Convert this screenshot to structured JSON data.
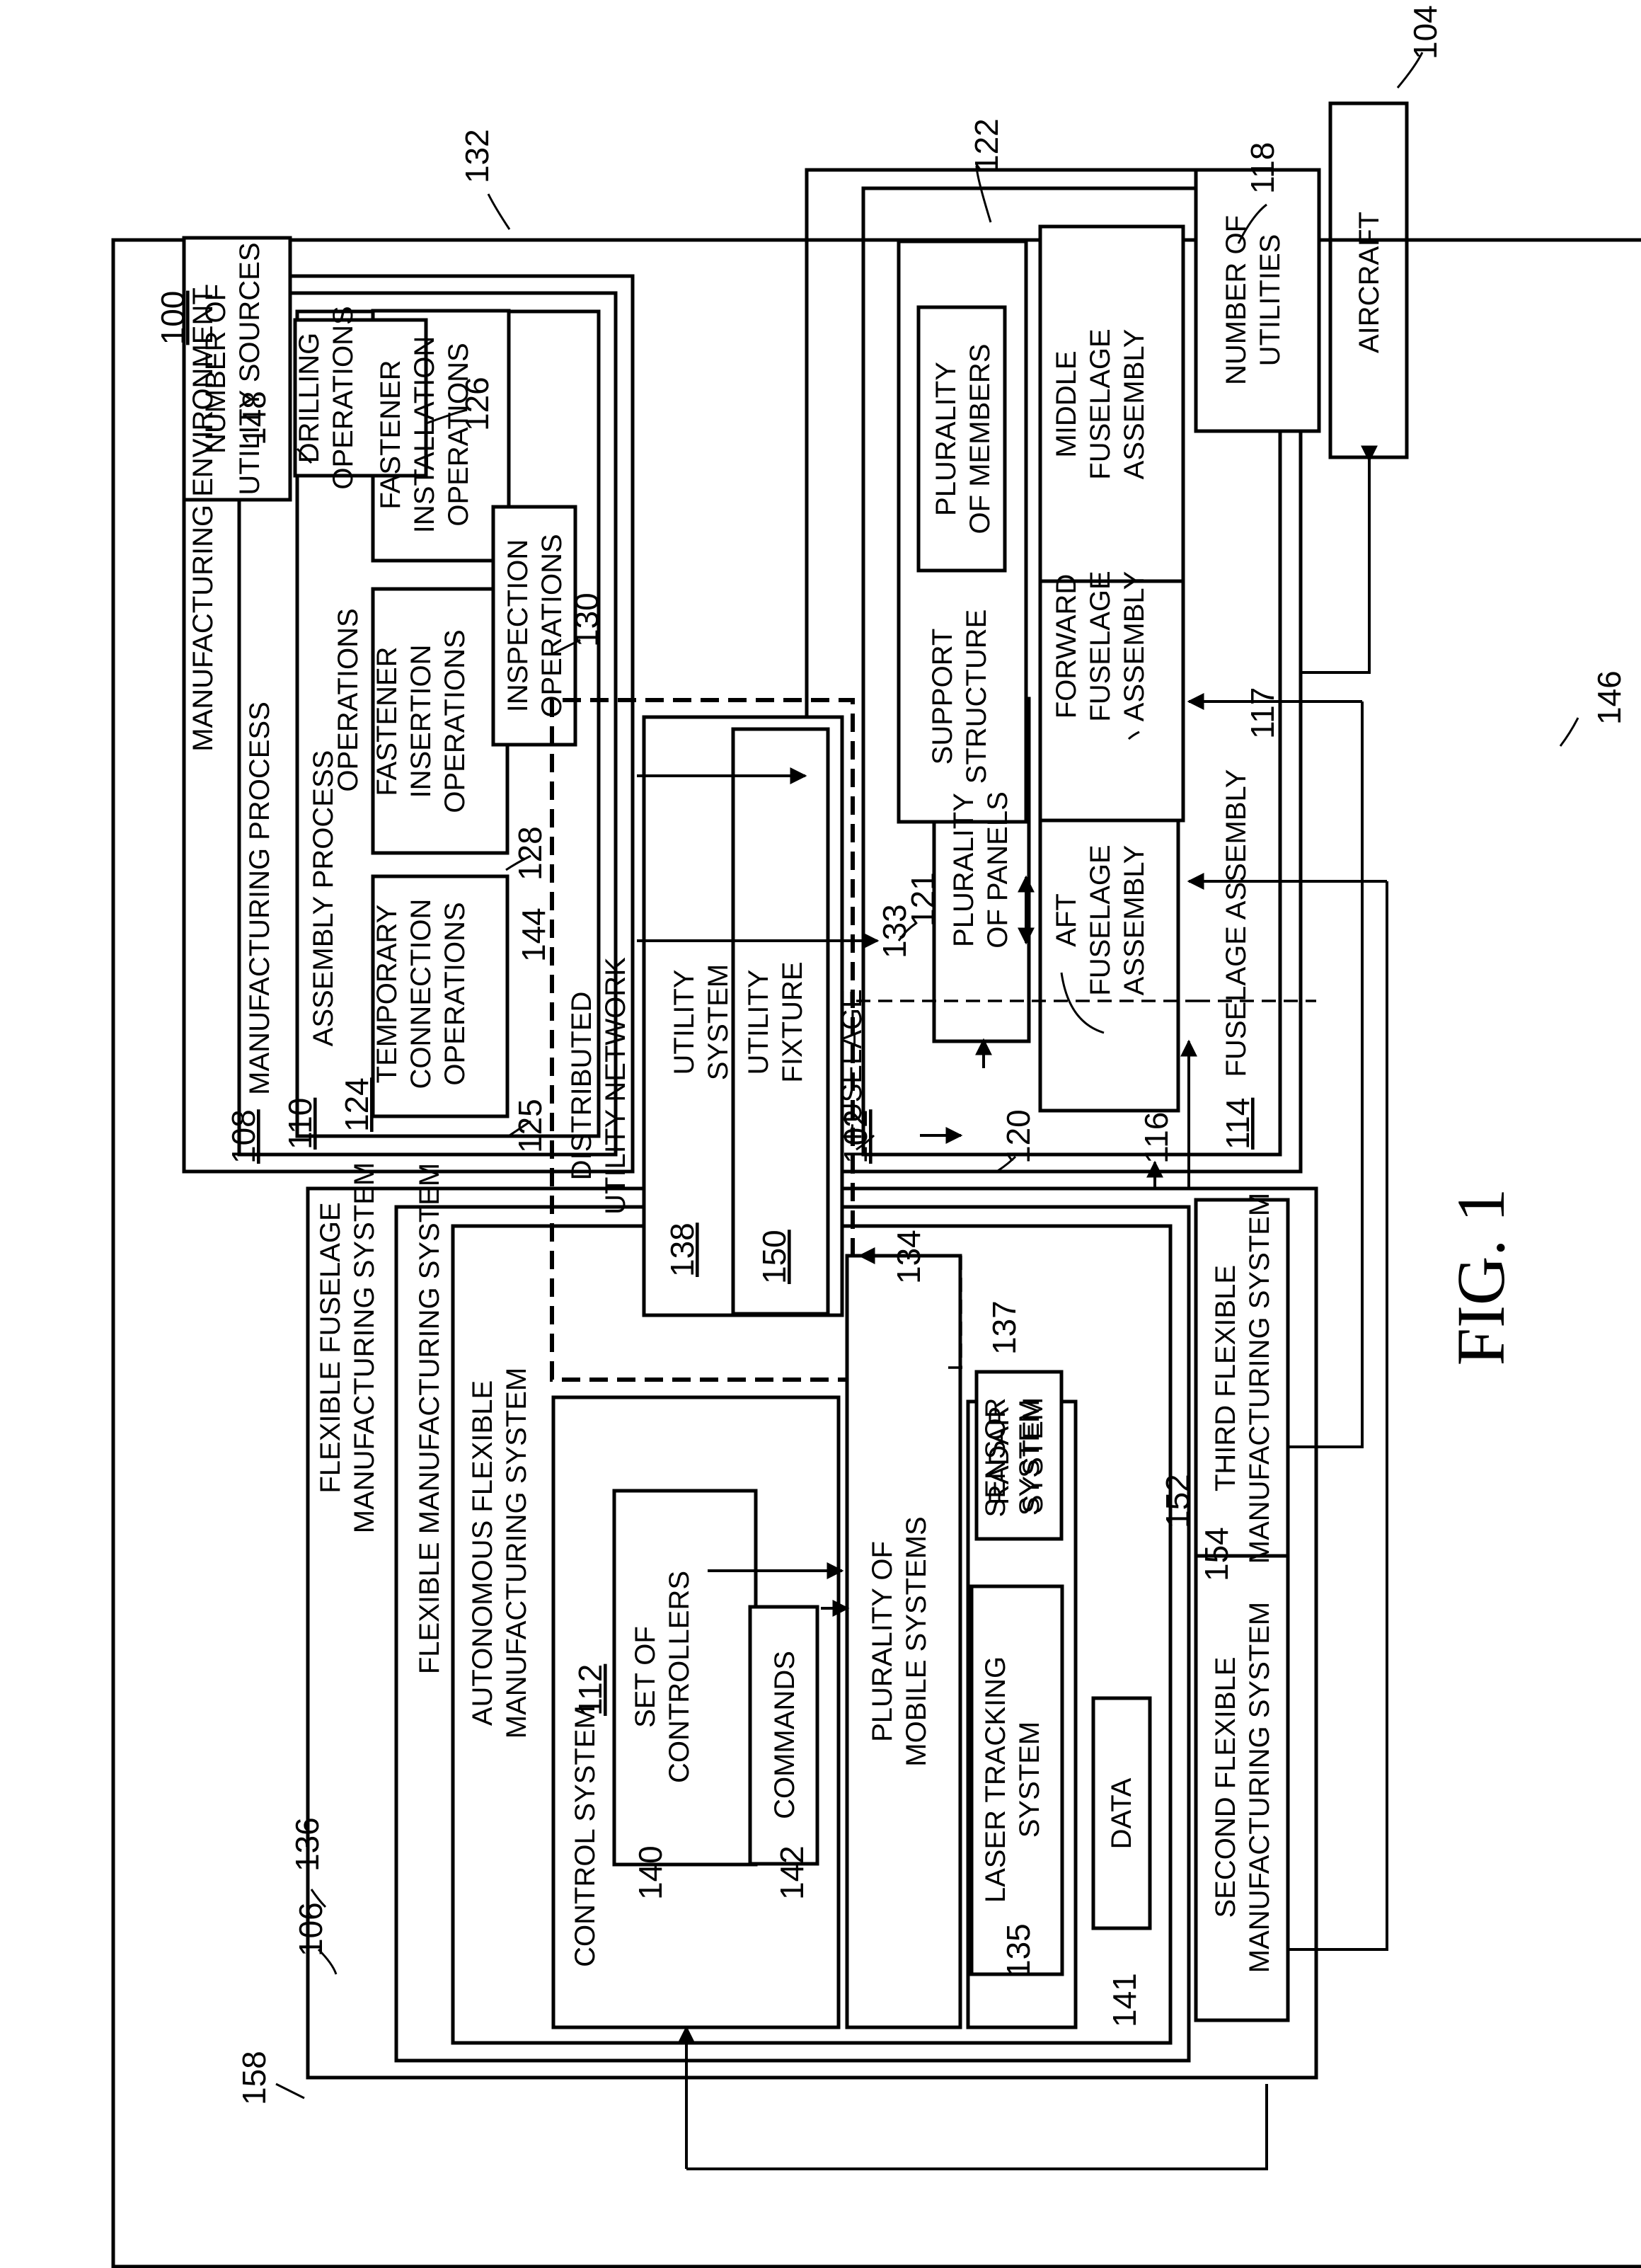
{
  "figure_label": "FIG. 1",
  "manufacturing_environment": {
    "num": "100",
    "label": "MANUFACTURING ENVIRONMENT"
  },
  "aircraft": {
    "num": "104",
    "label": "AIRCRAFT"
  },
  "manufacturing_process": {
    "num": "108",
    "label": "MANUFACTURING PROCESS"
  },
  "assembly_process": {
    "num": "110",
    "label": "ASSEMBLY PROCESS"
  },
  "operations": {
    "num": "124",
    "label": "OPERATIONS",
    "temporary": {
      "num": "125",
      "lines": [
        "TEMPORARY",
        "CONNECTION",
        "OPERATIONS"
      ]
    },
    "fastener_insertion": {
      "num": "128",
      "lines": [
        "FASTENER",
        "INSERTION",
        "OPERATIONS"
      ]
    },
    "fastener_installation": {
      "num": "130",
      "lines": [
        "FASTENER",
        "INSTALLATION",
        "OPERATIONS"
      ]
    },
    "drilling": {
      "num": "126",
      "lines": [
        "DRILLING",
        "OPERATIONS"
      ]
    },
    "inspection": {
      "num": "132",
      "lines": [
        "INSPECTION",
        "OPERATIONS"
      ]
    }
  },
  "fuselage": {
    "num": "102",
    "label": "FUSELAGE"
  },
  "fuselage_assembly": {
    "num": "114",
    "label": "FUSELAGE ASSEMBLY",
    "panels": {
      "num": "120",
      "lines": [
        "PLURALITY",
        "OF PANELS"
      ]
    },
    "support_structure": {
      "num": "121",
      "lines": [
        "SUPPORT",
        "STRUCTURE"
      ]
    },
    "members": {
      "num": "122",
      "lines": [
        "PLURALITY",
        "OF MEMBERS"
      ]
    },
    "aft": {
      "num": "116",
      "lines": [
        "AFT",
        "FUSELAGE",
        "ASSEMBLY"
      ]
    },
    "forward": {
      "num": "117",
      "lines": [
        "FORWARD",
        "FUSELAGE",
        "ASSEMBLY"
      ]
    },
    "middle": {
      "num": "118",
      "lines": [
        "MIDDLE",
        "FUSELAGE",
        "ASSEMBLY"
      ]
    }
  },
  "utility_sources": {
    "num": "148",
    "lines": [
      "NUMBER OF",
      "UTILITY SOURCES"
    ]
  },
  "utilities": {
    "num": "146",
    "lines": [
      "NUMBER OF",
      "UTILITIES"
    ]
  },
  "flexible_fuselage_system": {
    "num": "158",
    "lines": [
      "FLEXIBLE FUSELAGE",
      "MANUFACTURING SYSTEM"
    ]
  },
  "flexible_system": {
    "num": "106",
    "label": "FLEXIBLE MANUFACTURING SYSTEM"
  },
  "autonomous_system": {
    "num": "136",
    "lines": [
      "AUTONOMOUS FLEXIBLE",
      "MANUFACTURING SYSTEM"
    ]
  },
  "control_system": {
    "num": "112",
    "label": "CONTROL SYSTEM"
  },
  "controllers": {
    "num": "140",
    "lines": [
      "SET OF",
      "CONTROLLERS"
    ]
  },
  "commands": {
    "num": "142",
    "label": "COMMANDS"
  },
  "distributed_network": {
    "num": "144",
    "lines": [
      "DISTRIBUTED",
      "UTILITY NETWORK"
    ]
  },
  "utility_system": {
    "num": "138",
    "lines": [
      "UTILITY",
      "SYSTEM"
    ]
  },
  "utility_fixture": {
    "num": "150",
    "lines": [
      "UTILITY",
      "FIXTURE"
    ]
  },
  "mobile_systems": {
    "num": "134",
    "lines": [
      "PLURALITY OF",
      "MOBILE SYSTEMS"
    ]
  },
  "sensor_system": {
    "num": "133",
    "lines": [
      "SENSOR",
      "SYSTEM"
    ]
  },
  "laser_tracking": {
    "num": "135",
    "lines": [
      "LASER TRACKING",
      "SYSTEM"
    ]
  },
  "radar": {
    "num": "137",
    "lines": [
      "RADAR",
      "SYSTEM"
    ]
  },
  "data": {
    "num": "141",
    "label": "DATA"
  },
  "second_system": {
    "num": "152",
    "lines": [
      "SECOND FLEXIBLE",
      "MANUFACTURING SYSTEM"
    ]
  },
  "third_system": {
    "num": "154",
    "lines": [
      "THIRD FLEXIBLE",
      "MANUFACTURING SYSTEM"
    ]
  }
}
